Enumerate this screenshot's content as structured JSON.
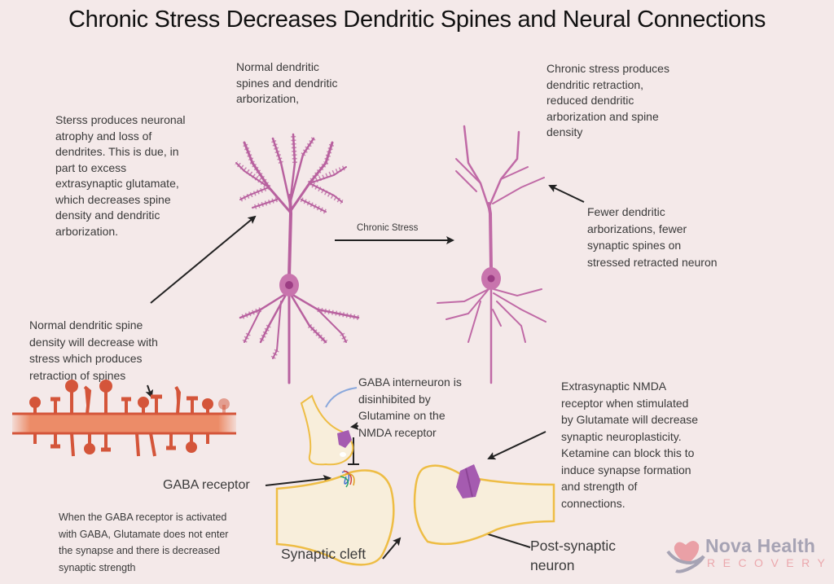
{
  "title": "Chronic Stress Decreases Dendritic Spines and Neural Connections",
  "annotations": {
    "stress_atrophy": "Sterss produces neuronal\natrophy and loss of\ndendrites. This is due, in\npart to excess\nextrasynaptic glutamate,\nwhich decreases spine\ndensity and dendritic\narborization.",
    "normal_neuron": "Normal dendritic\nspines and dendritic\narborization,",
    "chronic_neuron": " Chronic stress produces\ndendritic retraction,\nreduced dendritic\narborization and spine\ndensity",
    "fewer_arborizations": "Fewer dendritic\narborizations, fewer\nsynaptic spines on\nstressed retracted neuron",
    "chronic_stress_arrow": "Chronic Stress",
    "spine_density": "Normal dendritic spine\ndensity will decrease with\nstress which produces\nretraction of spines",
    "gaba_interneuron": "GABA interneuron is\ndisinhibited by\nGlutamine on the\nNMDA receptor",
    "extrasynaptic_nmda": "Extrasynaptic NMDA\nreceptor when stimulated\nby Glutamate will decrease\nsynaptic neuroplasticity.\nKetamine can block this to\ninduce synapse formation\nand strength of\nconnections.",
    "gaba_receptor": "GABA receptor",
    "gaba_activation": "When the GABA receptor is activated\nwith GABA, Glutamate does not enter\nthe synapse and there is decreased\nsynaptic strength",
    "synaptic_cleft": "Synaptic cleft",
    "post_synaptic": "Post-synaptic\nneuron"
  },
  "logo": {
    "name": "Nova Health",
    "sub": "RECOVERY"
  },
  "colors": {
    "background": "#f4e9e9",
    "neuron": "#b8619f",
    "dendrite": "#d4553a",
    "dendrite_shaft": "#ec8c68",
    "synapse_fill": "#f8eedb",
    "synapse_stroke": "#eebd45",
    "receptor": "#a55bb0",
    "arrow": "#222222"
  }
}
